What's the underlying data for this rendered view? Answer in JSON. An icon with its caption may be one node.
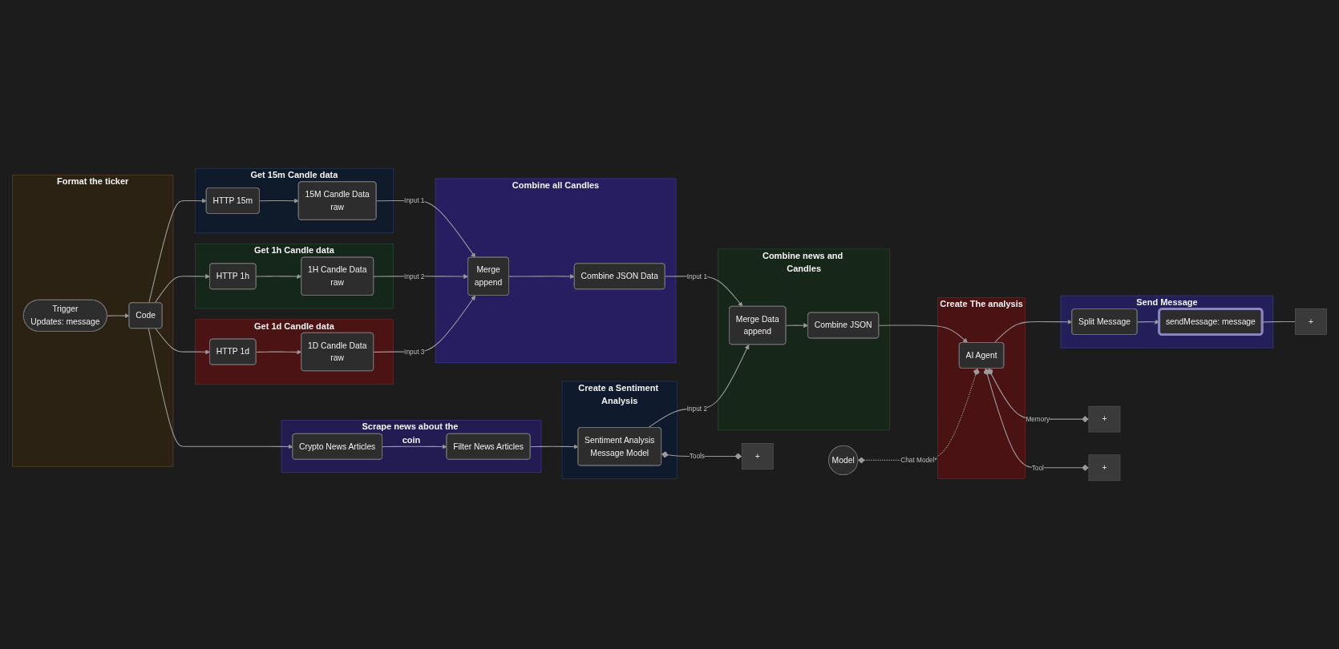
{
  "diagram": {
    "nodes": [
      {
        "text": [
          "Format the ticker"
        ]
      },
      {
        "text": [
          "Trigger",
          "Updates: message"
        ],
        "in": 0
      },
      {
        "text": [
          "Code"
        ],
        "in": 0
      },
      {
        "text": [
          "Get 15m Candle data"
        ]
      },
      {
        "text": [
          "HTTP 15m"
        ],
        "in": 3
      },
      {
        "text": [
          "15M Candle Data",
          "raw"
        ],
        "in": 3
      },
      {
        "text": [
          "Get 1h Candle data"
        ]
      },
      {
        "text": [
          "HTTP 1h"
        ],
        "in": 6
      },
      {
        "text": [
          "1H Candle Data",
          "raw"
        ],
        "in": 6
      },
      {
        "text": [
          "Get 1d Candle data"
        ]
      },
      {
        "text": [
          "HTTP 1d"
        ],
        "in": 9
      },
      {
        "text": [
          "1D Candle Data",
          "raw"
        ],
        "in": 9
      },
      {
        "text": [
          "Scrape news about the coin"
        ]
      },
      {
        "text": [
          "Crypto News Articles"
        ],
        "in": 12
      },
      {
        "text": [
          "Filter News Articles"
        ],
        "in": 12
      },
      {
        "text": [
          "Combine all Candles"
        ]
      },
      {
        "text": [
          "Merge",
          "append"
        ],
        "in": 15
      },
      {
        "text": [
          "Combine JSON Data"
        ],
        "in": 15
      },
      {
        "text": [
          "Create a Sentiment Analysis"
        ]
      },
      {
        "text": [
          "Sentiment Analysis",
          "Message Model"
        ],
        "in": 18
      },
      {
        "text": [
          "+"
        ]
      },
      {
        "text": [
          "Combine news and Candles"
        ]
      },
      {
        "text": [
          "Merge Data",
          "append"
        ],
        "in": 21
      },
      {
        "text": [
          "Combine JSON"
        ],
        "in": 21
      },
      {
        "text": [
          "Create The analysis"
        ]
      },
      {
        "text": [
          "AI Agent"
        ],
        "in": 24
      },
      {
        "text": [
          "+"
        ]
      },
      {
        "text": [
          "+"
        ]
      },
      {
        "text": [
          "Model"
        ]
      },
      {
        "text": [
          "Send Message"
        ]
      },
      {
        "text": [
          "Split Message"
        ],
        "in": 29
      },
      {
        "text": [
          "sendMessage: message"
        ],
        "in": 29
      },
      {
        "text": [
          "+"
        ]
      }
    ],
    "edges": [
      {
        "from": 1,
        "to": 2,
        "arrow": "to"
      },
      {
        "from": 2,
        "to": 4,
        "arrow": "to"
      },
      {
        "from": 2,
        "to": 7,
        "arrow": "to"
      },
      {
        "from": 2,
        "to": 10,
        "arrow": "to"
      },
      {
        "from": 2,
        "to": 13,
        "arrow": "to"
      },
      {
        "from": 4,
        "to": 5,
        "arrow": "to"
      },
      {
        "from": 7,
        "to": 8,
        "arrow": "to"
      },
      {
        "from": 10,
        "to": 11,
        "arrow": "to"
      },
      {
        "from": 13,
        "to": 14,
        "arrow": "to"
      },
      {
        "from": 5,
        "to": 16,
        "arrow": "to",
        "label": "Input 1"
      },
      {
        "from": 8,
        "to": 16,
        "arrow": "to",
        "label": "Input 2"
      },
      {
        "from": 11,
        "to": 16,
        "arrow": "to",
        "label": "Input 3"
      },
      {
        "from": 16,
        "to": 17,
        "arrow": "to"
      },
      {
        "from": 17,
        "to": 22,
        "arrow": "to",
        "label": "Input 1"
      },
      {
        "from": 14,
        "to": 19,
        "arrow": "to"
      },
      {
        "from": 19,
        "to": 22,
        "arrow": "to",
        "label": "Input 2"
      },
      {
        "from": 22,
        "to": 23,
        "arrow": "to"
      },
      {
        "from": 23,
        "to": 25,
        "arrow": "to"
      },
      {
        "from": 28,
        "to": 25,
        "arrow": "other",
        "style": "dashed",
        "label": "Chat Model*"
      },
      {
        "from": 25,
        "to": 26,
        "arrow": "other",
        "label": "Memory"
      },
      {
        "from": 25,
        "to": 27,
        "arrow": "other",
        "label": "Tool"
      },
      {
        "from": 19,
        "to": 20,
        "arrow": "other",
        "label": "Tools"
      },
      {
        "from": 25,
        "to": 30,
        "arrow": "to"
      },
      {
        "from": 30,
        "to": 31,
        "arrow": "to"
      },
      {
        "from": 31,
        "to": 32,
        "arrow": "none"
      }
    ]
  }
}
